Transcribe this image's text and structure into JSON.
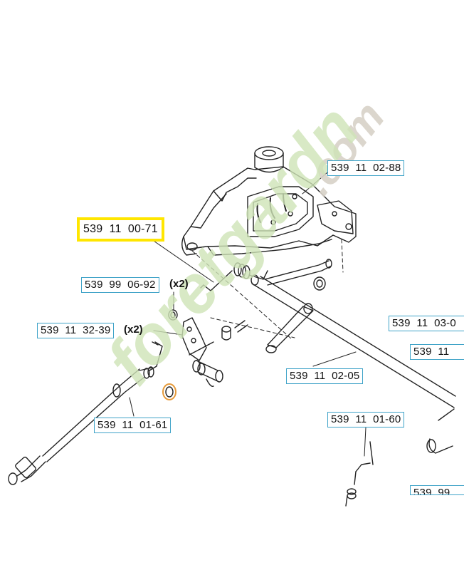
{
  "diagram": {
    "parts": [
      {
        "id": "p_539_11_02_88",
        "label": "539  11  02-88",
        "highlighted": false
      },
      {
        "id": "p_539_11_00_71",
        "label": "539  11  00-71",
        "highlighted": true
      },
      {
        "id": "p_539_99_06_92",
        "label": "539  99  06-92",
        "highlighted": false,
        "qty": "(x2)"
      },
      {
        "id": "p_539_11_32_39",
        "label": "539  11  32-39",
        "highlighted": false,
        "qty": "(x2)"
      },
      {
        "id": "p_539_11_03_partial",
        "label": "539  11  03-0",
        "highlighted": false
      },
      {
        "id": "p_539_11_partial",
        "label": "539  11",
        "highlighted": false
      },
      {
        "id": "p_539_11_02_05",
        "label": "539  11  02-05",
        "highlighted": false
      },
      {
        "id": "p_539_11_01_61",
        "label": "539  11  01-61",
        "highlighted": false
      },
      {
        "id": "p_539_11_01_60",
        "label": "539  11  01-60",
        "highlighted": false
      },
      {
        "id": "p_539_99_partial",
        "label": "539  99",
        "highlighted": false
      }
    ],
    "colors": {
      "label_border": "#3fa3c8",
      "highlight_border": "#ffe600",
      "line_art": "#222222",
      "watermark_green": "#cfe4b7",
      "watermark_orange": "#f3c999",
      "watermark_grey": "#d8d2c8"
    }
  },
  "watermark": {
    "text": "foretgardn",
    "suffix": ".com"
  }
}
